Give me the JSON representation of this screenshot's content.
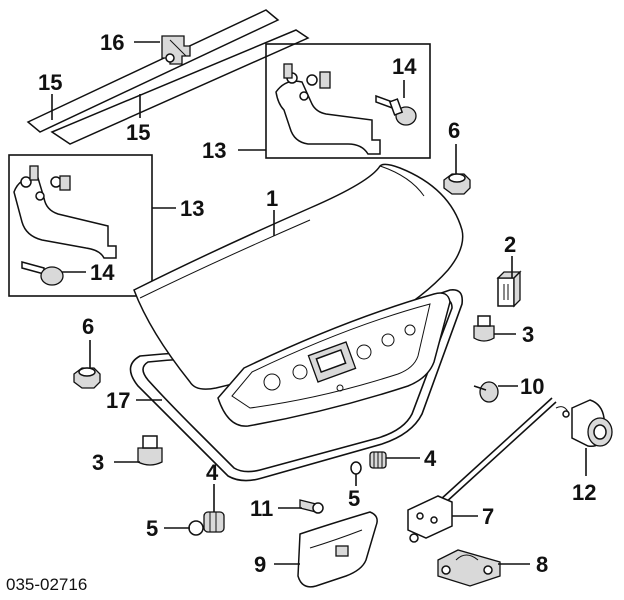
{
  "callouts": [
    {
      "id": "c16",
      "text": "16"
    },
    {
      "id": "c15a",
      "text": "15"
    },
    {
      "id": "c15b",
      "text": "15"
    },
    {
      "id": "c14a",
      "text": "14"
    },
    {
      "id": "c13a",
      "text": "13"
    },
    {
      "id": "c6a",
      "text": "6"
    },
    {
      "id": "c13b",
      "text": "13"
    },
    {
      "id": "c1",
      "text": "1"
    },
    {
      "id": "c14b",
      "text": "14"
    },
    {
      "id": "c2",
      "text": "2"
    },
    {
      "id": "c6b",
      "text": "6"
    },
    {
      "id": "c3a",
      "text": "3"
    },
    {
      "id": "c17",
      "text": "17"
    },
    {
      "id": "c10",
      "text": "10"
    },
    {
      "id": "c3b",
      "text": "3"
    },
    {
      "id": "c4a",
      "text": "4"
    },
    {
      "id": "c4b",
      "text": "4"
    },
    {
      "id": "c12",
      "text": "12"
    },
    {
      "id": "c5a",
      "text": "5"
    },
    {
      "id": "c11",
      "text": "11"
    },
    {
      "id": "c7",
      "text": "7"
    },
    {
      "id": "c5b",
      "text": "5"
    },
    {
      "id": "c9",
      "text": "9"
    },
    {
      "id": "c8",
      "text": "8"
    }
  ],
  "diagram_code": "035-02716"
}
